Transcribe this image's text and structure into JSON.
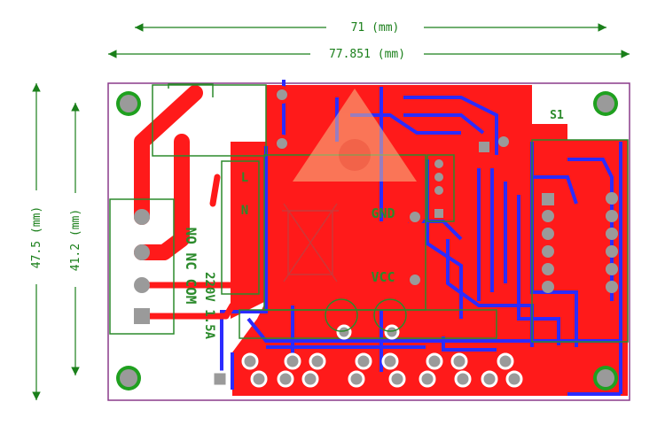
{
  "dimensions": {
    "top_inner": "71 (mm)",
    "top_outer": "77.851 (mm)",
    "left_outer": "47.5 (mm)",
    "left_inner": "41.2 (mm)"
  },
  "silkscreen": {
    "terminal_labels": "NO NC COM",
    "rating": "220V 1.5A",
    "l_label": "L",
    "n_label": "N",
    "gnd_label": "GND",
    "vcc_label": "VCC",
    "s1_label": "S1"
  },
  "colors": {
    "top_copper": "#ff1a1a",
    "bottom_copper": "#2b2bff",
    "silkscreen": "#2b8a2b",
    "board_outline": "#8a3a8a",
    "pad": "#9a9a9a",
    "dimension": "#1a7f1a"
  }
}
